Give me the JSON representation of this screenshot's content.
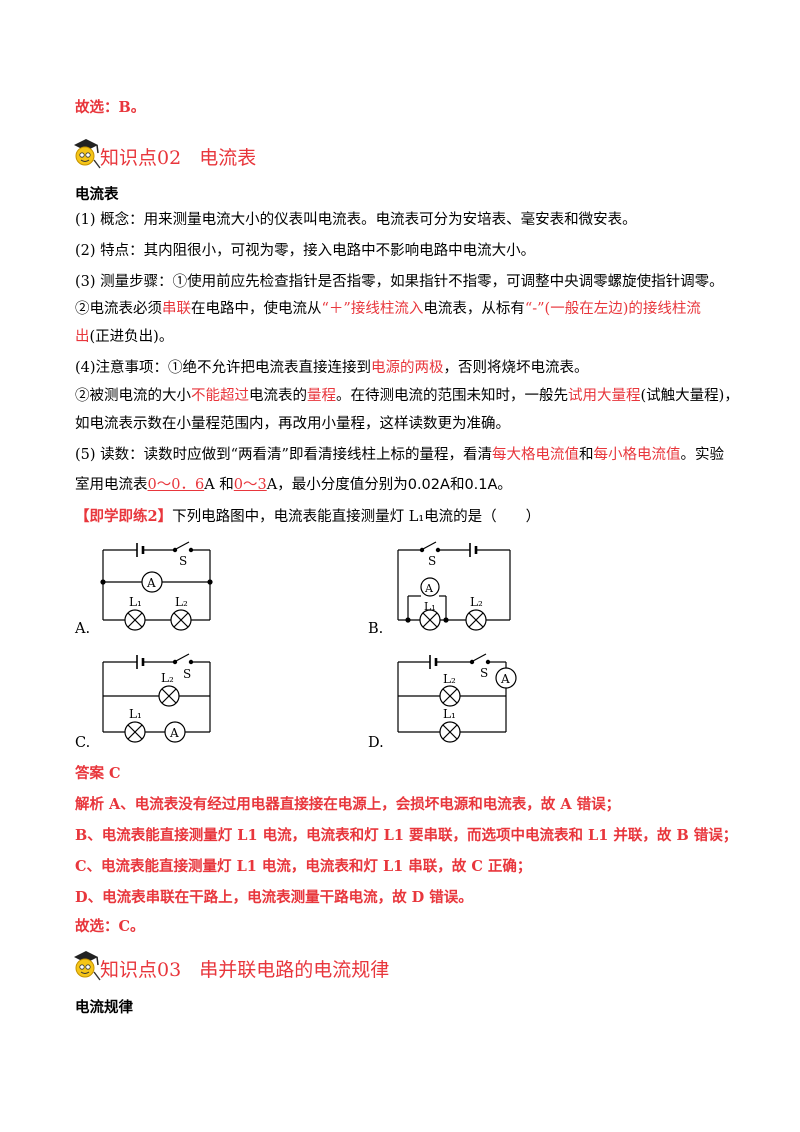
{
  "top": {
    "text": "故选：B。"
  },
  "section2": {
    "number": "知识点02",
    "title": "电流表",
    "subhead": "电流表"
  },
  "p1": {
    "text": "(1)  概念：用来测量电流大小的仪表叫电流表。电流表可分为安培表、毫安表和微安表。"
  },
  "p2": {
    "text": "(2)  特点：其内阻很小，可视为零，接入电路中不影响电路中电流大小。"
  },
  "p3": {
    "text": "(3)  测量步骤：①使用前应先检查指针是否指零，如果指针不指零，可调整中央调零螺旋使指针调零。"
  },
  "p4": {
    "a": "②电流表必须",
    "b": "串联",
    "c": "在电路中，使电流从",
    "d": "“＋”接线柱流入",
    "e": "电流表，从标有",
    "f": "“-”(一般在左边)的接线柱流",
    "g": "出",
    "h": "(正进负出)。"
  },
  "p5": {
    "a": "(4)注意事项：①绝不允许把电流表直接连接到",
    "b": "电源的两极",
    "c": "，否则将烧坏电流表。"
  },
  "p6": {
    "a": "②被测电流的大小",
    "b": "不能超过",
    "c": "电流表的",
    "d": "量程",
    "e": "。在待测电流的范围未知时，一般先",
    "f": "试用大量程",
    "g": "(试触大量程)，"
  },
  "p7": {
    "text": "如电流表示数在小量程范围内，再改用小量程，这样读数更为准确。"
  },
  "p8": {
    "a": "(5)  读数：读数时应做到“两看清”即看清接线柱上标的量程，看清",
    "b": "每大格电流值",
    "c": "和",
    "d": "每小格电流值",
    "e": "。实验"
  },
  "p9": {
    "a": "室用电流表",
    "b": "0～0．6",
    "c": "A 和",
    "d": "0～3",
    "e": "A，最小分度值分别为",
    "f": "0.02A",
    "g": "和",
    "h": "0.1A",
    "i": "。"
  },
  "question": {
    "tag": "【即学即练2】",
    "text": "下列电路图中，电流表能直接测量灯 L₁电流的是（　　）"
  },
  "options": {
    "a": "A.",
    "b": "B.",
    "c": "C.",
    "d": "D."
  },
  "circuit": {
    "switch": "S",
    "meter": "A",
    "lamp1": "L₁",
    "lamp2": "L₂"
  },
  "answer": {
    "text": "答案  C"
  },
  "analysis": {
    "a": "解析  A、电流表没有经过用电器直接接在电源上，会损坏电源和电流表，故 A 错误；",
    "b": "B、电流表能直接测量灯 L1 电流，电流表和灯 L1 要串联，而选项中电流表和 L1 并联，故 B 错误；",
    "c": "C、电流表能直接测量灯 L1 电流，电流表和灯 L1 串联，故 C 正确；",
    "d": "D、电流表串联在干路上，电流表测量干路电流，故 D 错误。"
  },
  "conclusion": {
    "text": "故选：C。"
  },
  "section3": {
    "number": "知识点03",
    "title": "串并联电路的电流规律",
    "subhead": "电流规律"
  },
  "colors": {
    "accent": "#e8363c",
    "text": "#000000"
  },
  "icons": {
    "mascot": "graduate-mascot-icon"
  }
}
